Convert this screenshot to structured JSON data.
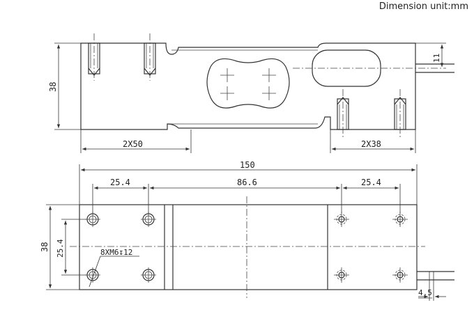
{
  "header": {
    "unit_text": "Dimension unit:mm"
  },
  "side_view": {
    "height_dim": "38",
    "top_offset_dim": "11",
    "left_pitch_dim": "2X50",
    "right_pitch_dim": "2X38"
  },
  "top_view": {
    "overall_length_dim": "150",
    "left_span_dim": "25.4",
    "center_span_dim": "86.6",
    "right_span_dim": "25.4",
    "width_dim": "38",
    "hole_spacing_dim": "25.4",
    "thread_callout": "8XM6↧12",
    "cable_offset_dim": "4.5"
  }
}
